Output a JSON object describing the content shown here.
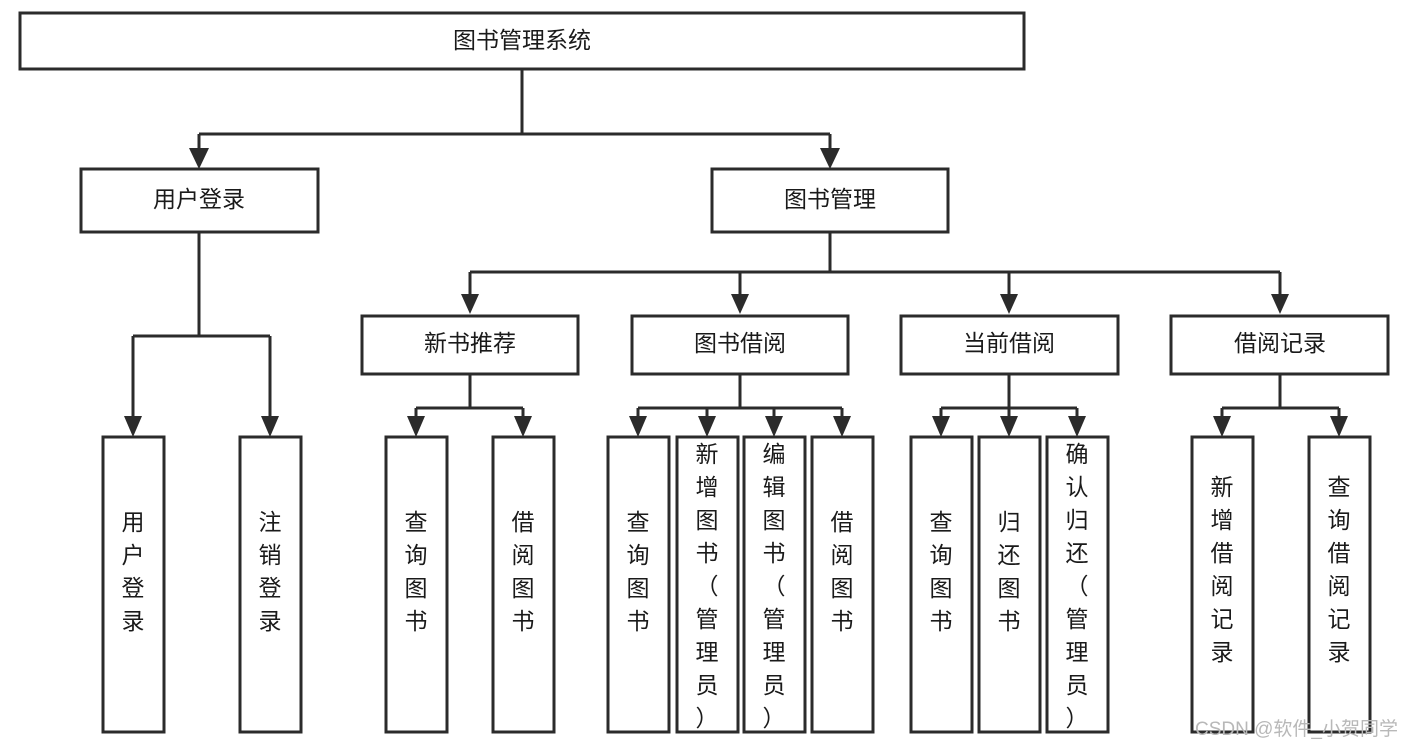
{
  "diagram": {
    "title": "图书管理系统",
    "type": "tree-hierarchy",
    "orientation": "top-down",
    "root": {
      "id": "root",
      "label": "图书管理系统"
    },
    "level2": [
      {
        "id": "user-login",
        "label": "用户登录"
      },
      {
        "id": "book-manage",
        "label": "图书管理"
      }
    ],
    "level3": [
      {
        "id": "new-book-rec",
        "label": "新书推荐",
        "parent": "book-manage"
      },
      {
        "id": "book-borrow",
        "label": "图书借阅",
        "parent": "book-manage"
      },
      {
        "id": "current-borrow",
        "label": "当前借阅",
        "parent": "book-manage"
      },
      {
        "id": "borrow-record",
        "label": "借阅记录",
        "parent": "book-manage"
      }
    ],
    "leaves": [
      {
        "id": "leaf-user-login",
        "label": "用户登录",
        "parent": "user-login"
      },
      {
        "id": "leaf-logout-login",
        "label": "注销登录",
        "parent": "user-login"
      },
      {
        "id": "leaf-query-book-1",
        "label": "查询图书",
        "parent": "new-book-rec"
      },
      {
        "id": "leaf-borrow-book-1",
        "label": "借阅图书",
        "parent": "new-book-rec"
      },
      {
        "id": "leaf-query-book-2",
        "label": "查询图书",
        "parent": "book-borrow"
      },
      {
        "id": "leaf-add-book",
        "label": "新增图书（管理员）",
        "parent": "book-borrow"
      },
      {
        "id": "leaf-edit-book",
        "label": "编辑图书（管理员）",
        "parent": "book-borrow"
      },
      {
        "id": "leaf-borrow-book-2",
        "label": "借阅图书",
        "parent": "book-borrow"
      },
      {
        "id": "leaf-query-book-3",
        "label": "查询图书",
        "parent": "current-borrow"
      },
      {
        "id": "leaf-return-book",
        "label": "归还图书",
        "parent": "current-borrow"
      },
      {
        "id": "leaf-confirm-return",
        "label": "确认归还（管理员）",
        "parent": "current-borrow"
      },
      {
        "id": "leaf-add-record",
        "label": "新增借阅记录",
        "parent": "borrow-record"
      },
      {
        "id": "leaf-query-record",
        "label": "查询借阅记录",
        "parent": "borrow-record"
      }
    ]
  },
  "watermark": {
    "text": "CSDN @软件_小贺同学"
  },
  "colors": {
    "stroke": "#2b2b2b",
    "fill": "#ffffff",
    "text": "#1a1a1a",
    "watermark": "#b8b8b8",
    "background": "#ffffff"
  }
}
